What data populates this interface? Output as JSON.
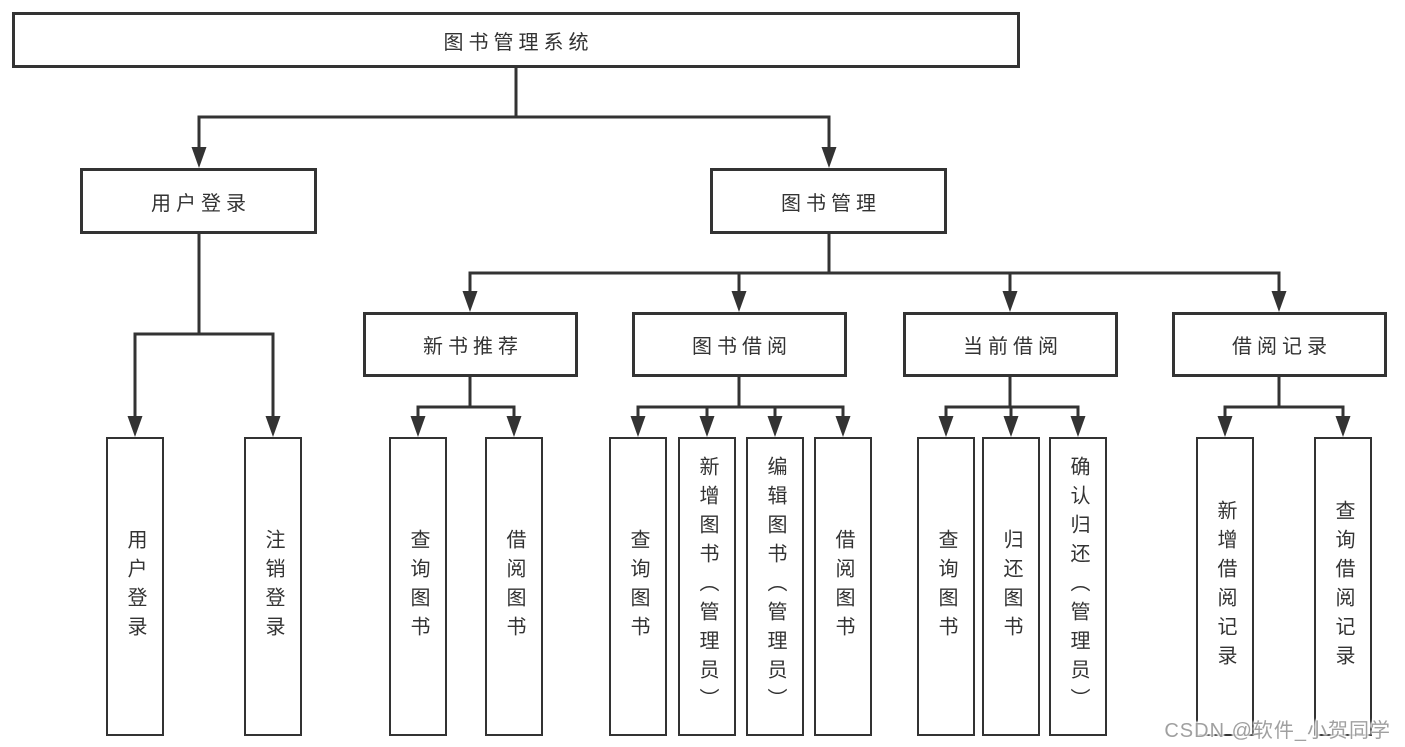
{
  "colors": {
    "line": "#333333",
    "box_border": "#333333",
    "box_fill": "#ffffff",
    "text": "#333333",
    "watermark_text": "#a0a0a0",
    "background": "#ffffff"
  },
  "watermark": "CSDN @软件_小贺同学",
  "tree": {
    "root": {
      "label": "图书管理系统"
    },
    "children": [
      {
        "label": "用户登录",
        "children": [
          {
            "label": "用户登录"
          },
          {
            "label": "注销登录"
          }
        ]
      },
      {
        "label": "图书管理",
        "children": [
          {
            "label": "新书推荐",
            "children": [
              {
                "label": "查询图书"
              },
              {
                "label": "借阅图书"
              }
            ]
          },
          {
            "label": "图书借阅",
            "children": [
              {
                "label": "查询图书"
              },
              {
                "label": "新增图书（管理员）"
              },
              {
                "label": "编辑图书（管理员）"
              },
              {
                "label": "借阅图书"
              }
            ]
          },
          {
            "label": "当前借阅",
            "children": [
              {
                "label": "查询图书"
              },
              {
                "label": "归还图书"
              },
              {
                "label": "确认归还（管理员）"
              }
            ]
          },
          {
            "label": "借阅记录",
            "children": [
              {
                "label": "新增借阅记录"
              },
              {
                "label": "查询借阅记录"
              }
            ]
          }
        ]
      }
    ]
  }
}
